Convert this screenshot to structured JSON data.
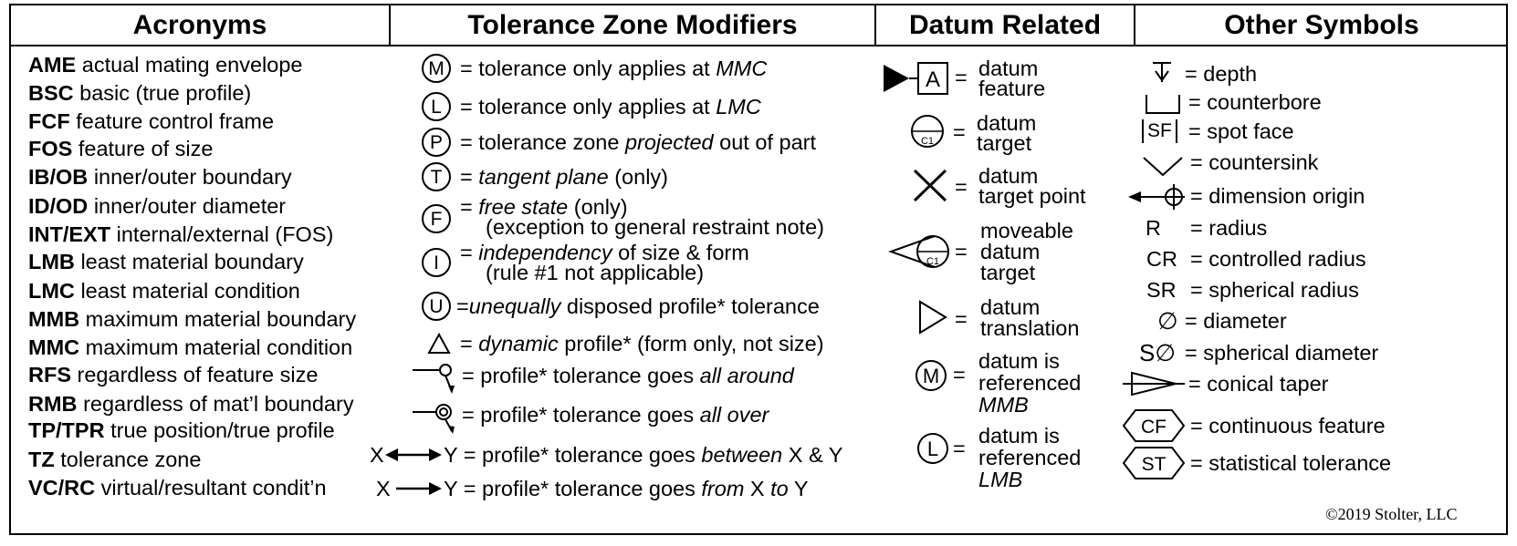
{
  "headers": {
    "acronyms": "Acronyms",
    "tolerance": "Tolerance Zone Modifiers",
    "datum": "Datum Related",
    "other": "Other Symbols"
  },
  "acronyms": [
    {
      "abbr": "AME",
      "desc": "actual mating envelope"
    },
    {
      "abbr": "BSC",
      "desc": "basic (true profile)"
    },
    {
      "abbr": "FCF",
      "desc": "feature control frame"
    },
    {
      "abbr": "FOS",
      "desc": "feature of size"
    },
    {
      "abbr": "IB/OB",
      "desc": "inner/outer boundary"
    },
    {
      "abbr": "ID/OD",
      "desc": "inner/outer diameter"
    },
    {
      "abbr": "INT/EXT",
      "desc": "internal/external (FOS)"
    },
    {
      "abbr": "LMB",
      "desc": "least material boundary"
    },
    {
      "abbr": "LMC",
      "desc": "least material condition"
    },
    {
      "abbr": "MMB",
      "desc": "maximum material boundary"
    },
    {
      "abbr": "MMC",
      "desc": "maximum material condition"
    },
    {
      "abbr": "RFS",
      "desc": "regardless of feature size"
    },
    {
      "abbr": "RMB",
      "desc": "regardless of mat’l boundary"
    },
    {
      "abbr": "TP/TPR",
      "desc": "true position/true profile"
    },
    {
      "abbr": "TZ",
      "desc": "tolerance zone"
    },
    {
      "abbr": "VC/RC",
      "desc": "virtual/resultant condit’n"
    }
  ],
  "tolerance": {
    "m": {
      "letter": "M",
      "pre": "= tolerance only applies at ",
      "em": "MMC"
    },
    "l": {
      "letter": "L",
      "pre": "= tolerance only applies at ",
      "em": "LMC"
    },
    "p": {
      "letter": "P",
      "pre": "= tolerance zone ",
      "em": "projected",
      "post": " out of part"
    },
    "t": {
      "letter": "T",
      "pre": "= ",
      "em": "tangent plane",
      "post": " (only)"
    },
    "f": {
      "letter": "F",
      "pre": "= ",
      "em": "free state",
      "post": " (only)",
      "line2": "(exception to general restraint note)"
    },
    "i": {
      "letter": "I",
      "pre": "= ",
      "em": "independency",
      "post": " of size & form",
      "line2": "(rule #1 not applicable)"
    },
    "u": {
      "letter": "U",
      "pre": "=",
      "em": "unequally",
      "post": " disposed profile* tolerance"
    },
    "d": {
      "pre": "= ",
      "em": "dynamic",
      "post": " profile* (form only, not size)"
    },
    "around": {
      "pre": "= profile* tolerance goes ",
      "em": "all around"
    },
    "over": {
      "pre": "= profile* tolerance goes ",
      "em": "all over"
    },
    "between": {
      "x": "X",
      "y": "Y",
      "pre": "= profile* tolerance goes ",
      "em": "between",
      "post": " X & Y"
    },
    "from": {
      "x": "X",
      "y": "Y",
      "pre": "= profile* tolerance goes ",
      "em": "from",
      "mid": " X ",
      "em2": "to",
      "post": " Y"
    }
  },
  "datum": {
    "feature": {
      "letter": "A",
      "eq": "=",
      "line1": "datum",
      "line2": "feature"
    },
    "target": {
      "code": "C1",
      "eq": "=",
      "line1": "datum",
      "line2": "target"
    },
    "point": {
      "eq": "=",
      "line1": "datum",
      "line2": "target point"
    },
    "moveable": {
      "code": "C1",
      "eq": "=",
      "line1": "moveable",
      "line2": "datum",
      "line3": "target"
    },
    "translation": {
      "eq": "=",
      "line1": "datum",
      "line2": "translation"
    },
    "mmb": {
      "letter": "M",
      "eq": "=",
      "line1": "datum is",
      "line2": "referenced",
      "line3": "MMB"
    },
    "lmb": {
      "letter": "L",
      "eq": "=",
      "line1": "datum is",
      "line2": "referenced",
      "line3": "LMB"
    }
  },
  "other": {
    "depth": "= depth",
    "counterbore": "= counterbore",
    "spotface_box": "SF",
    "spotface": "= spot face",
    "countersink": "= countersink",
    "origin": "= dimension origin",
    "radius_sym": "R",
    "radius": "= radius",
    "cr_sym": "CR",
    "cr": "= controlled radius",
    "sr_sym": "SR",
    "sr": "= spherical radius",
    "diameter_sym": "∅",
    "diameter": "= diameter",
    "sdia_s": "S",
    "sdia_sym": "∅",
    "sdia": "= spherical diameter",
    "taper": "= conical taper",
    "cf_box": "CF",
    "cf": "= continuous feature",
    "st_box": "ST",
    "st": "= statistical tolerance"
  },
  "copyright": "©2019 Stolter, LLC"
}
